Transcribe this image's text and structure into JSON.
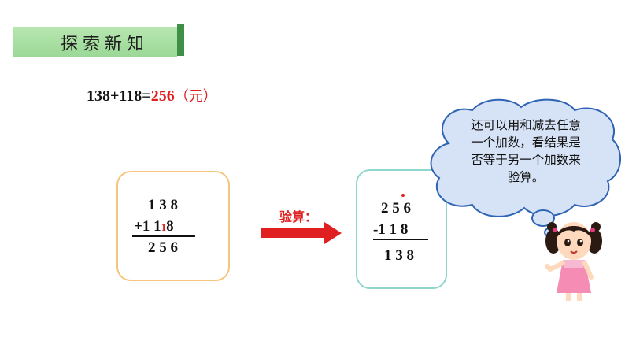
{
  "section": {
    "title": "探索新知"
  },
  "equation": {
    "prefix": "138+118=",
    "result": "256",
    "unit": "（元）"
  },
  "addition": {
    "row1": "1 3 8",
    "operator": "+",
    "row2_a": "1 1",
    "carry": "1",
    "row2_b": "8",
    "result": "2 5 6"
  },
  "check_label": "验算：",
  "subtraction": {
    "row1": "2 5 6",
    "row2": "-1 1 8",
    "result": "1 3 8"
  },
  "speech_bubble": {
    "lines": [
      "还可以用和减去任意",
      "一个加数，看结果是",
      "否等于另一个加数来",
      "验算。"
    ]
  },
  "colors": {
    "accent_red": "#e02020",
    "badge_green": "#9bd896",
    "left_border": "#f5c57e",
    "right_border": "#8fd6cf",
    "bubble_fill": "#d6e2f5"
  }
}
